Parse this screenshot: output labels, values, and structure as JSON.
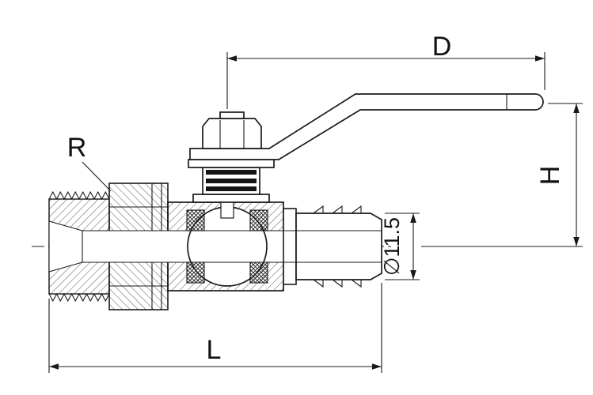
{
  "drawing": {
    "kind": "technical-drawing",
    "dimension_labels": {
      "d": "D",
      "r": "R",
      "h": "H",
      "barb_diameter": "∅11.5",
      "l": "L"
    },
    "colors": {
      "line": "#1a1a1a",
      "background": "#ffffff",
      "seal_dark": "#141414"
    }
  }
}
